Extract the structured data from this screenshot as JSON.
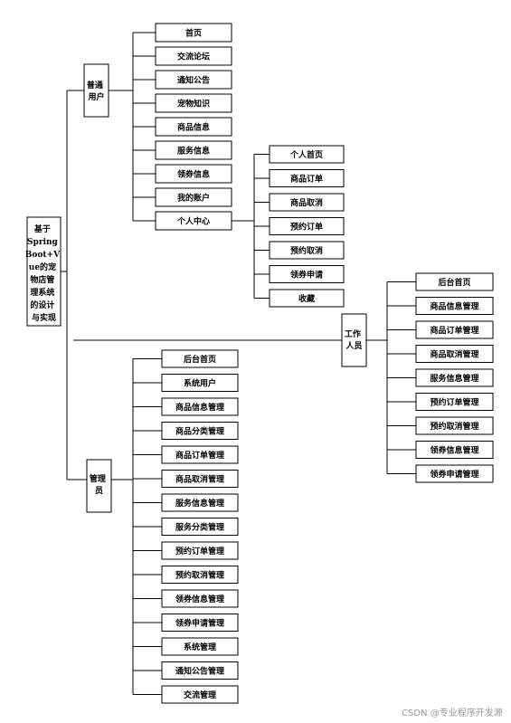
{
  "diagram": {
    "root": {
      "lines": [
        "基于",
        "Spring",
        "Boot+V",
        "ue的宠",
        "物店管",
        "理系统",
        "的设计",
        "与实现"
      ]
    },
    "user": {
      "label_lines": [
        "普通",
        "用户"
      ],
      "items": [
        "首页",
        "交流论坛",
        "通知公告",
        "宠物知识",
        "商品信息",
        "服务信息",
        "领券信息",
        "我的账户",
        "个人中心"
      ]
    },
    "personal_center": {
      "items": [
        "个人首页",
        "商品订单",
        "商品取消",
        "预约订单",
        "预约取消",
        "领券申请",
        "收藏"
      ]
    },
    "staff": {
      "label_lines": [
        "工作",
        "人员"
      ],
      "items": [
        "后台首页",
        "商品信息管理",
        "商品订单管理",
        "商品取消管理",
        "服务信息管理",
        "预约订单管理",
        "预约取消管理",
        "领券信息管理",
        "领券申请管理"
      ]
    },
    "admin": {
      "label_lines": [
        "管理",
        "员"
      ],
      "items": [
        "后台首页",
        "系统用户",
        "商品信息管理",
        "商品分类管理",
        "商品订单管理",
        "商品取消管理",
        "服务信息管理",
        "服务分类管理",
        "预约订单管理",
        "预约取消管理",
        "领券信息管理",
        "领券申请管理",
        "系统管理",
        "通知公告管理",
        "交流管理"
      ]
    },
    "watermark": "CSDN @专业程序开发源"
  }
}
